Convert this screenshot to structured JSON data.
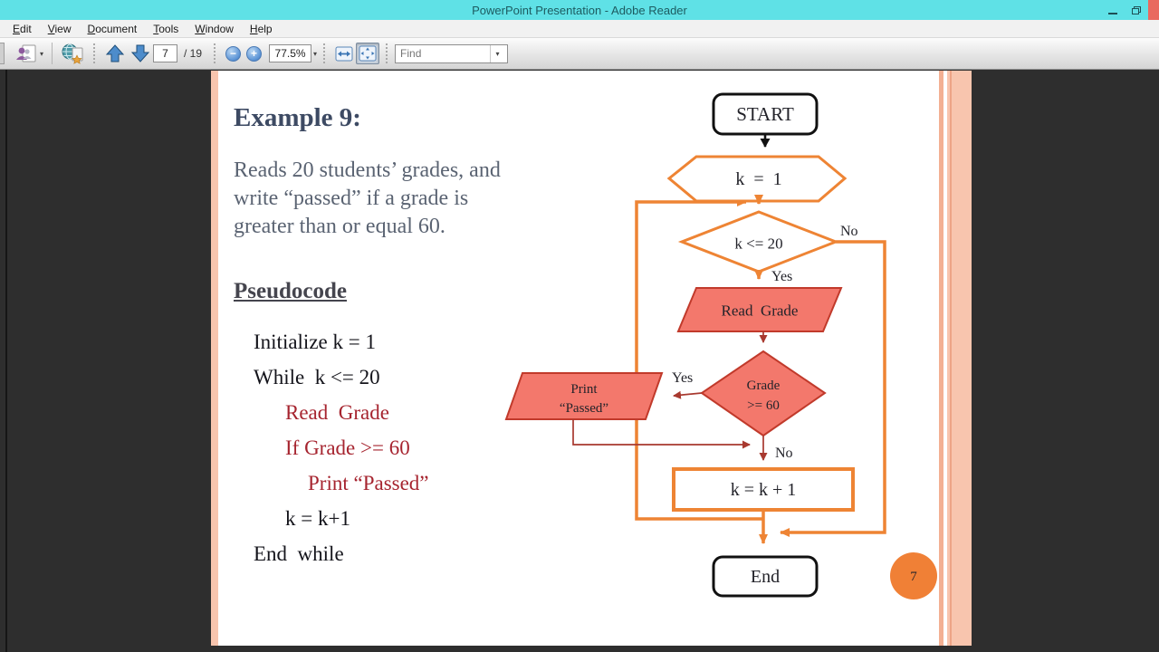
{
  "window": {
    "title": "PowerPoint Presentation - Adobe Reader"
  },
  "menu": {
    "items": [
      "Edit",
      "View",
      "Document",
      "Tools",
      "Window",
      "Help"
    ]
  },
  "toolbar": {
    "page_current": "7",
    "page_total": "/ 19",
    "zoom_level": "77.5%",
    "zoom_out_glyph": "−",
    "zoom_in_glyph": "+",
    "find_placeholder": "Find",
    "caret_glyph": "▾"
  },
  "slide": {
    "title": "Example 9:",
    "description_lines": [
      "Reads 20 students’ grades, and",
      "write “passed” if a grade is",
      "greater than or equal 60."
    ],
    "pseudocode_heading": "Pseudocode",
    "pseudocode": [
      {
        "text": "Initialize k = 1",
        "indent": 0,
        "color": "dark"
      },
      {
        "text": "While  k <= 20",
        "indent": 0,
        "color": "dark"
      },
      {
        "text": "Read  Grade",
        "indent": 1,
        "color": "red"
      },
      {
        "text": "If Grade >= 60",
        "indent": 1,
        "color": "red"
      },
      {
        "text": "Print “Passed”",
        "indent": 2,
        "color": "red"
      },
      {
        "text": "k = k+1",
        "indent": 1,
        "color": "dark"
      },
      {
        "text": "End  while",
        "indent": 0,
        "color": "dark"
      }
    ],
    "page_number": "7"
  },
  "flowchart": {
    "start": "START",
    "init": "k  =  1",
    "loop_condition": "k <= 20",
    "read": "Read  Grade",
    "grade_condition_line1": "Grade",
    "grade_condition_line2": ">= 60",
    "print_line1": "Print",
    "print_line2": "“Passed”",
    "increment": "k = k + 1",
    "end": "End",
    "labels": {
      "yes_loop": "Yes",
      "no_loop": "No",
      "yes_grade": "Yes",
      "no_grade": "No"
    }
  },
  "colors": {
    "titlebar": "#5fe1e6",
    "close_red": "#e96a5f",
    "flow_orange": "#ee8434",
    "shape_fill": "#f3786c",
    "shape_border": "#c13a2b",
    "thin_red": "#a8392f",
    "stripe_salmon": "#f8c5ae",
    "page_circle": "#f08036"
  }
}
